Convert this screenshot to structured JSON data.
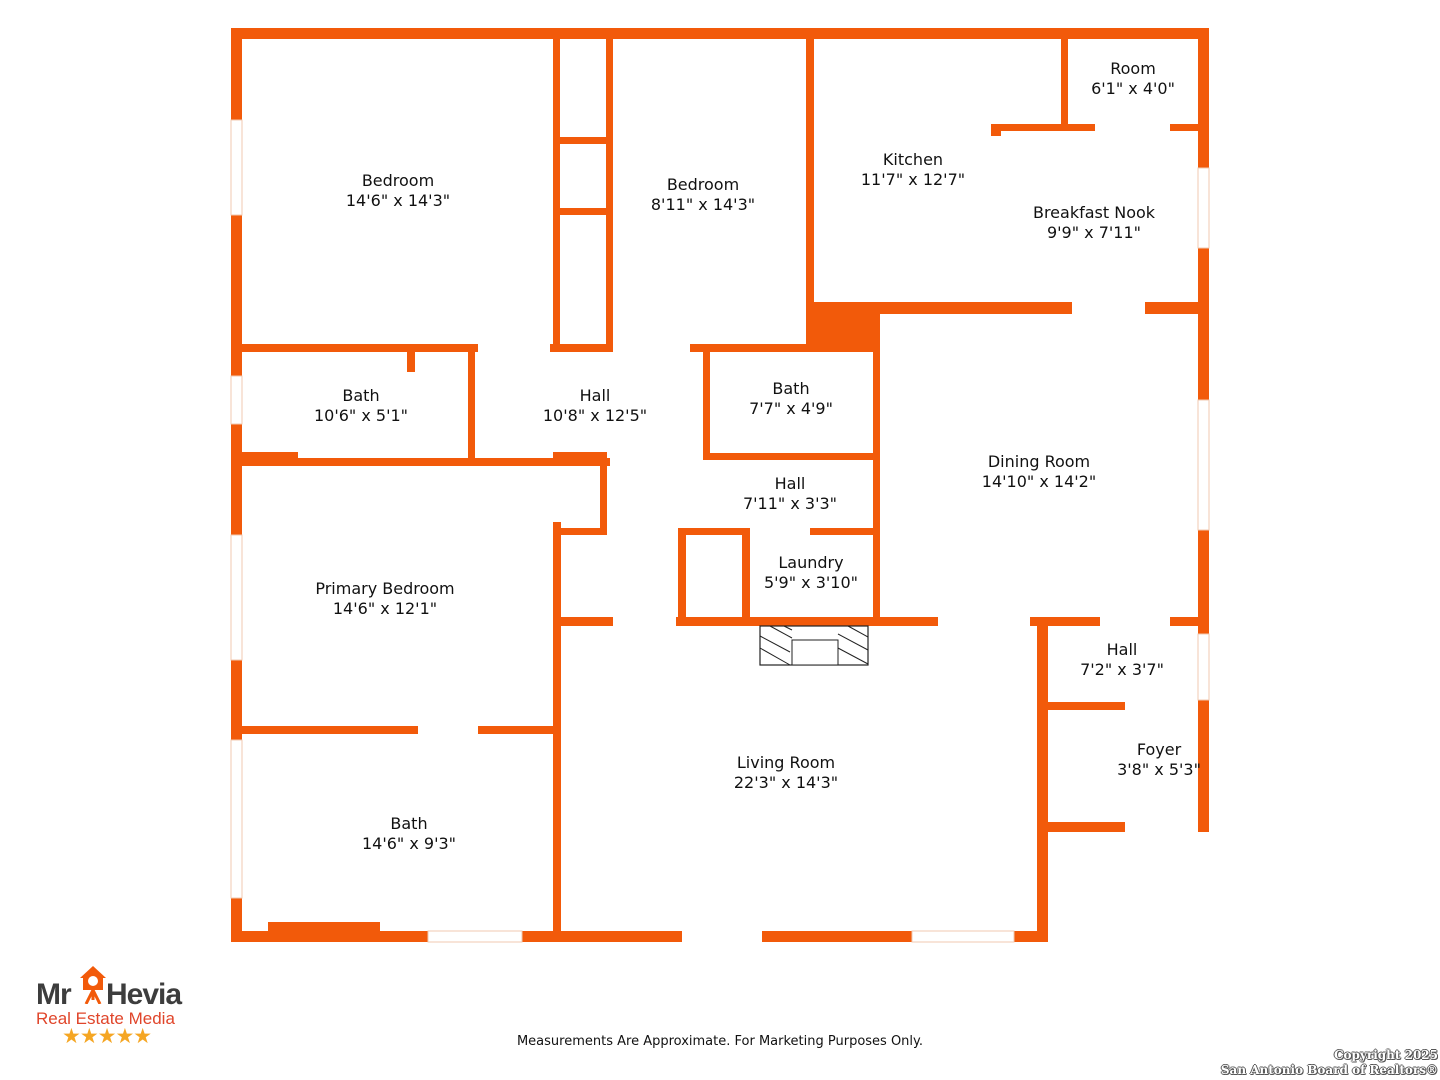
{
  "rooms": [
    {
      "name": "Bedroom",
      "dims": "14'6\" x 14'3\""
    },
    {
      "name": "Bedroom",
      "dims": "8'11\" x 14'3\""
    },
    {
      "name": "Kitchen",
      "dims": "11'7\" x 12'7\""
    },
    {
      "name": "Room",
      "dims": "6'1\" x 4'0\""
    },
    {
      "name": "Breakfast Nook",
      "dims": "9'9\" x 7'11\""
    },
    {
      "name": "Bath",
      "dims": "10'6\" x 5'1\""
    },
    {
      "name": "Hall",
      "dims": "10'8\" x 12'5\""
    },
    {
      "name": "Bath",
      "dims": "7'7\" x 4'9\""
    },
    {
      "name": "Hall",
      "dims": "7'11\" x 3'3\""
    },
    {
      "name": "Dining Room",
      "dims": "14'10\" x 14'2\""
    },
    {
      "name": "Laundry",
      "dims": "5'9\" x 3'10\""
    },
    {
      "name": "Primary Bedroom",
      "dims": "14'6\" x 12'1\""
    },
    {
      "name": "Hall",
      "dims": "7'2\" x 3'7\""
    },
    {
      "name": "Foyer",
      "dims": "3'8\" x 5'3\""
    },
    {
      "name": "Living Room",
      "dims": "22'3\" x 14'3\""
    },
    {
      "name": "Bath",
      "dims": "14'6\" x 9'3\""
    }
  ],
  "disclaimer": "Measurements Are Approximate. For Marketing Purposes Only.",
  "copyright": {
    "line1": "Copyright 2025",
    "line2": "San Antonio Board of Realtors®"
  },
  "logo": {
    "line1a": "Mr",
    "line1b": "Hevia",
    "line2": "Real Estate Media",
    "stars": "★★★★★"
  },
  "colors": {
    "wall": "#F25A0A"
  }
}
